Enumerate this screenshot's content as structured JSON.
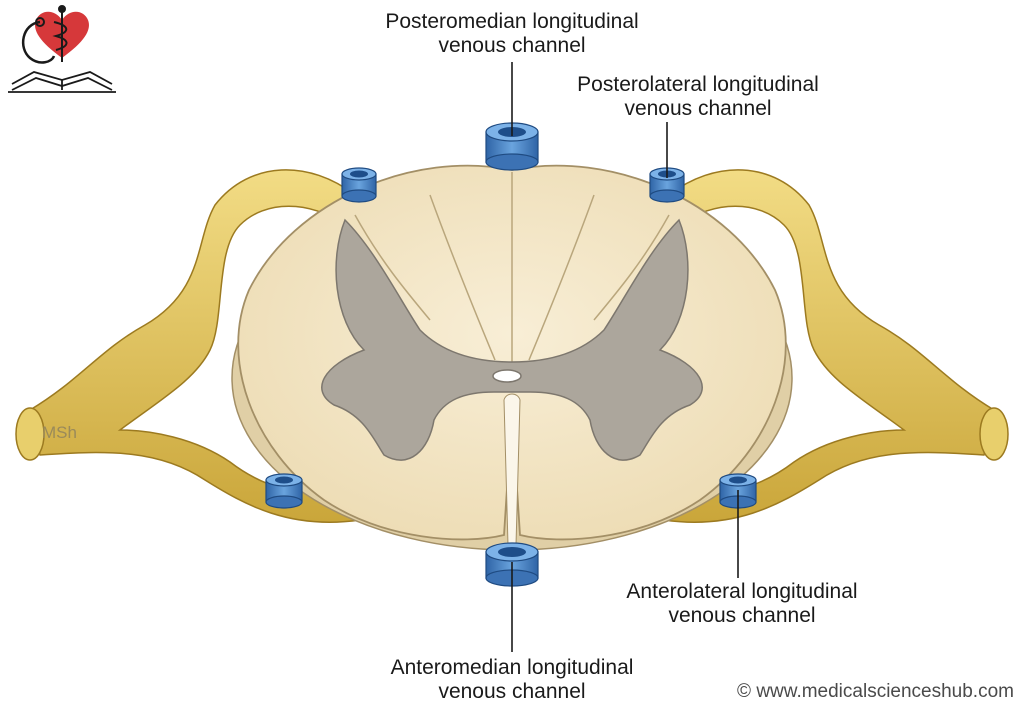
{
  "labels": {
    "posteromedian": {
      "line1": "Posteromedian longitudinal",
      "line2": "venous channel"
    },
    "posterolateral": {
      "line1": "Posterolateral longitudinal",
      "line2": "venous channel"
    },
    "anterolateral": {
      "line1": "Anterolateral longitudinal",
      "line2": "venous channel"
    },
    "anteromedian": {
      "line1": "Anteromedian longitudinal",
      "line2": "venous channel"
    }
  },
  "watermark": "MSh",
  "credit": "© www.medicalscienceshub.com",
  "colors": {
    "white_matter": "#f3e6c6",
    "gray_matter": "#aaa49a",
    "nerve": "#e3c458",
    "vein": "#4c86c6",
    "logo_heart": "#d6383a"
  },
  "icons": [
    "logo-heart-icon",
    "caduceus-icon",
    "stethoscope-icon",
    "open-book-icon"
  ]
}
